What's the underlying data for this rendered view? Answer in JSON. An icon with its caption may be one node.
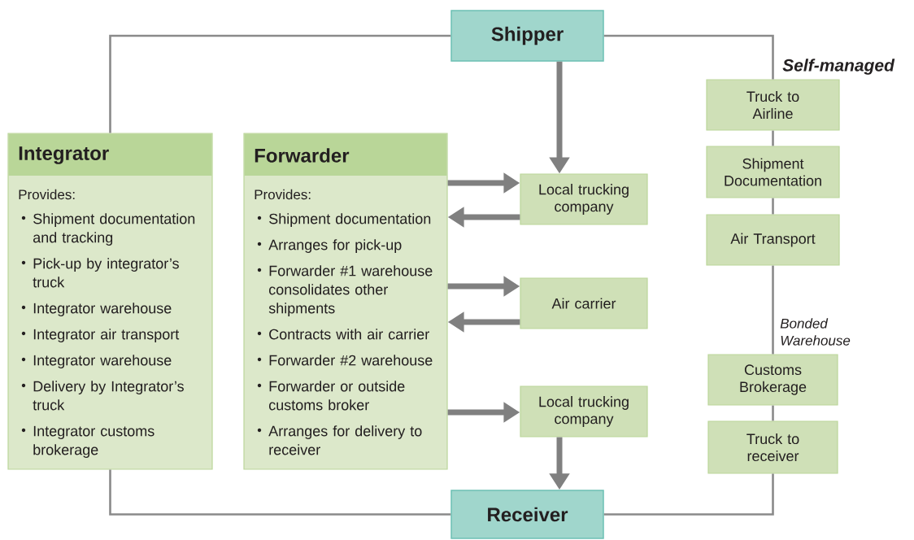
{
  "diagram": {
    "nodes": [
      {
        "text": [
          "Shipper"
        ]
      },
      {
        "text": [
          "Integrator",
          "Provides:",
          "Shipment documentation and tracking",
          "Pick-up by integrator’s truck",
          "Integrator warehouse",
          "Integrator air transport",
          "Integrator warehouse",
          "Delivery by Integrator’s truck",
          "Integrator customs brokerage"
        ]
      },
      {
        "text": [
          "Forwarder",
          "Provides:",
          "Shipment documentation",
          "Arranges for pick-up",
          "Forwarder #1 warehouse consolidates other shipments",
          "Contracts with air carrier",
          "Forwarder #2 warehouse",
          "Forwarder or outside customs broker",
          "Arranges for delivery to receiver"
        ]
      },
      {
        "text": [
          "Local trucking company"
        ]
      },
      {
        "text": [
          "Air carrier"
        ]
      },
      {
        "text": [
          "Local trucking company"
        ]
      },
      {
        "text": [
          "Truck to Airline"
        ]
      },
      {
        "text": [
          "Shipment Documentation"
        ]
      },
      {
        "text": [
          "Air Transport"
        ]
      },
      {
        "text": [
          "Customs Brokerage"
        ]
      },
      {
        "text": [
          "Truck to receiver"
        ]
      },
      {
        "text": [
          "Receiver"
        ]
      }
    ],
    "edges": [
      {
        "from": 0,
        "to": 3,
        "arrow": "to",
        "style": "thick"
      },
      {
        "from": 2,
        "to": 3,
        "arrow": "to",
        "style": "thick"
      },
      {
        "from": 3,
        "to": 2,
        "arrow": "to",
        "style": "thick"
      },
      {
        "from": 2,
        "to": 4,
        "arrow": "to",
        "style": "thick"
      },
      {
        "from": 4,
        "to": 2,
        "arrow": "to",
        "style": "thick"
      },
      {
        "from": 2,
        "to": 5,
        "arrow": "to",
        "style": "thick"
      },
      {
        "from": 5,
        "to": 11,
        "arrow": "to",
        "style": "thick"
      },
      {
        "from": 0,
        "to": 1,
        "arrow": "none"
      },
      {
        "from": 1,
        "to": 11,
        "arrow": "none"
      },
      {
        "from": 0,
        "to": 6,
        "arrow": "none"
      },
      {
        "from": 6,
        "to": 7,
        "arrow": "none"
      },
      {
        "from": 7,
        "to": 8,
        "arrow": "none"
      },
      {
        "from": 8,
        "to": 9,
        "arrow": "none"
      },
      {
        "from": 9,
        "to": 10,
        "arrow": "none"
      },
      {
        "from": 10,
        "to": 11,
        "arrow": "none"
      }
    ],
    "labels": [
      "Self-managed",
      "Bonded Warehouse"
    ]
  }
}
